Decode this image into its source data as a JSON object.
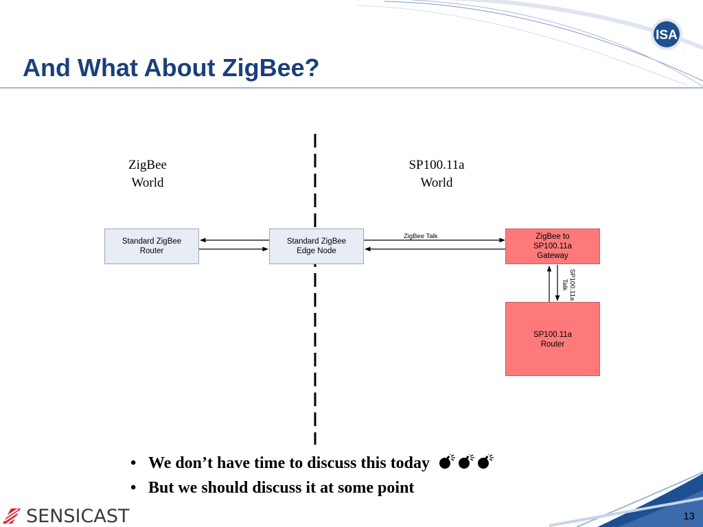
{
  "slide": {
    "title": "And What About ZigBee?",
    "page_number": "13"
  },
  "worlds": {
    "left": {
      "line1": "ZigBee",
      "line2": "World"
    },
    "right": {
      "line1": "SP100.11a",
      "line2": "World"
    }
  },
  "nodes": {
    "zigbee_router": {
      "line1": "Standard ZigBee",
      "line2": "Router"
    },
    "edge_node": {
      "line1": "Standard ZigBee",
      "line2": "Edge Node"
    },
    "gateway": {
      "line1": "ZigBee to",
      "line2": "SP100.11a",
      "line3": "Gateway"
    },
    "sp_router": {
      "line1": "SP100.11a",
      "line2": "Router"
    }
  },
  "connections": {
    "zigbee_talk": "ZigBee Talk",
    "sp_talk_line1": "SP100.11a",
    "sp_talk_line2": "Talk"
  },
  "bullets": [
    {
      "text": "We don’t have time to discuss this today",
      "symbols": "bomb-icons"
    },
    {
      "text": "But we should discuss it at some point"
    }
  ],
  "branding": {
    "logo_text": "ISA",
    "company_name": "SENSICAST"
  },
  "colors": {
    "title": "#1b3f7a",
    "node_blue": "#e7ecf5",
    "node_red": "#fe7a7a",
    "isa_blue": "#1d4f91",
    "sensicast_red": "#d6262b"
  }
}
